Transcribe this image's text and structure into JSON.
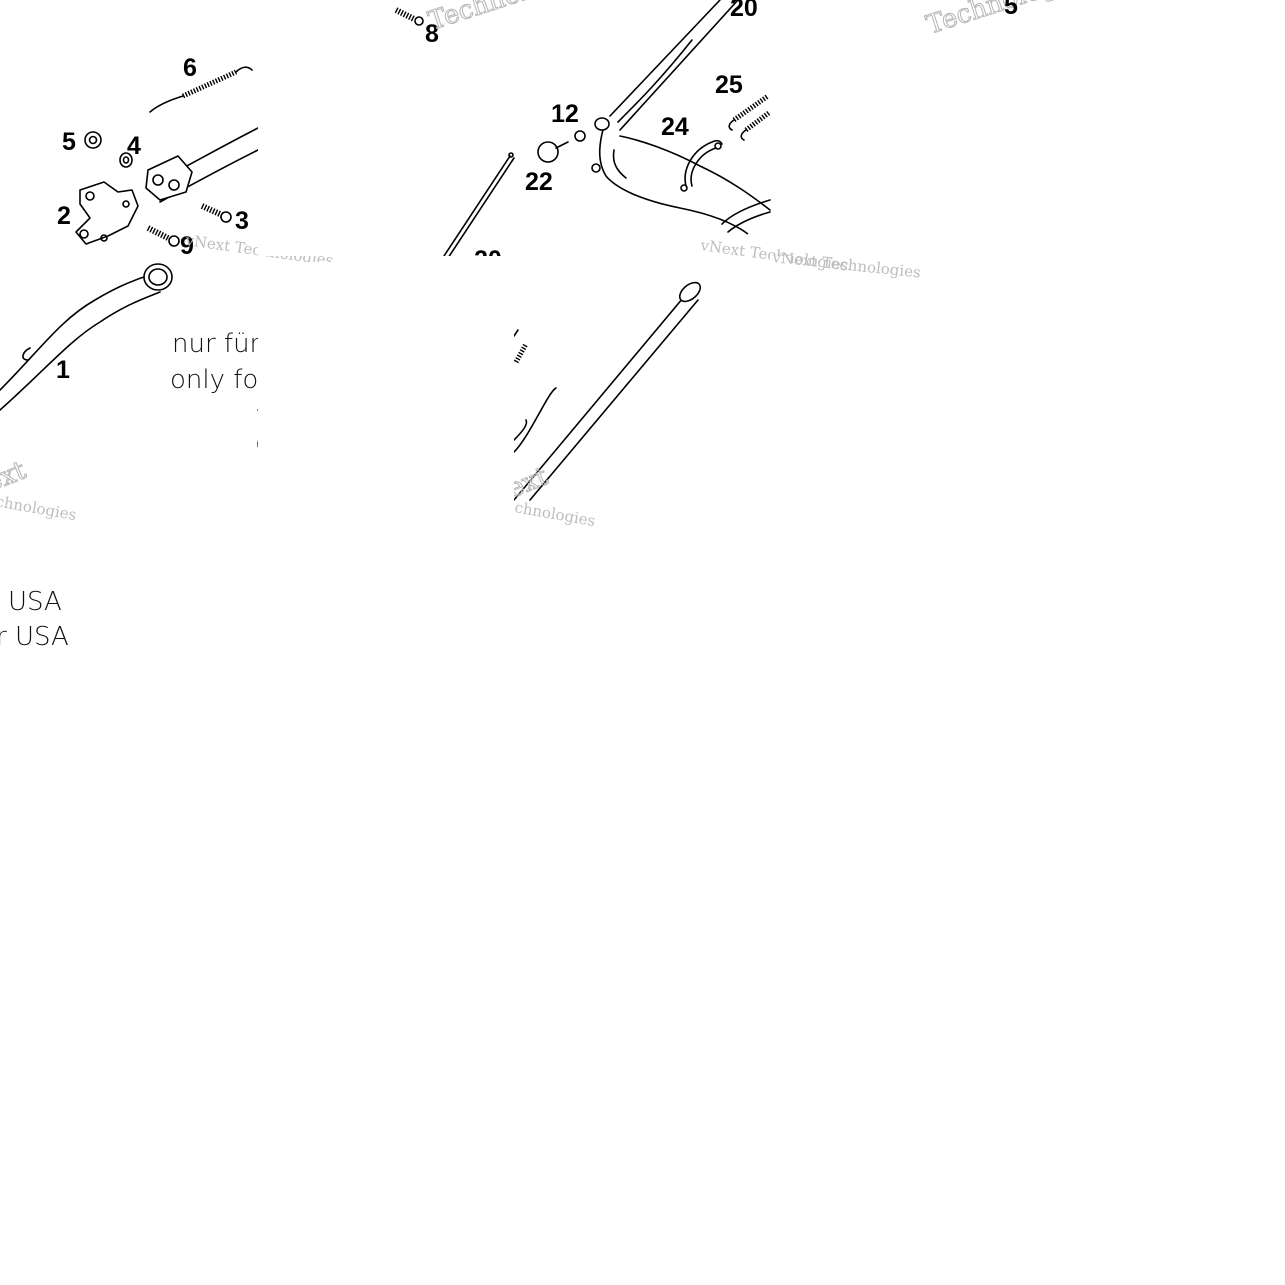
{
  "callouts": {
    "c1": "1",
    "c2": "2",
    "c3": "3",
    "c4": "4",
    "c5": "5",
    "c6": "6",
    "c8": "8",
    "c9": "9",
    "c12": "12",
    "c20": "20",
    "c22": "22",
    "c24": "24",
    "c25": "25",
    "c5b": "5",
    "c20partial": "20"
  },
  "notes": {
    "de_partial": "nur für",
    "en_partial": "only for",
    "usa_line1": "USA",
    "usa_line2": "r USA"
  },
  "watermarks": {
    "brand": "vNext Technologies",
    "fragment_tech": "Technologies",
    "fragment_next": "Next",
    "fragment_ext": "ext",
    "fragment_chno": "chnologies"
  }
}
